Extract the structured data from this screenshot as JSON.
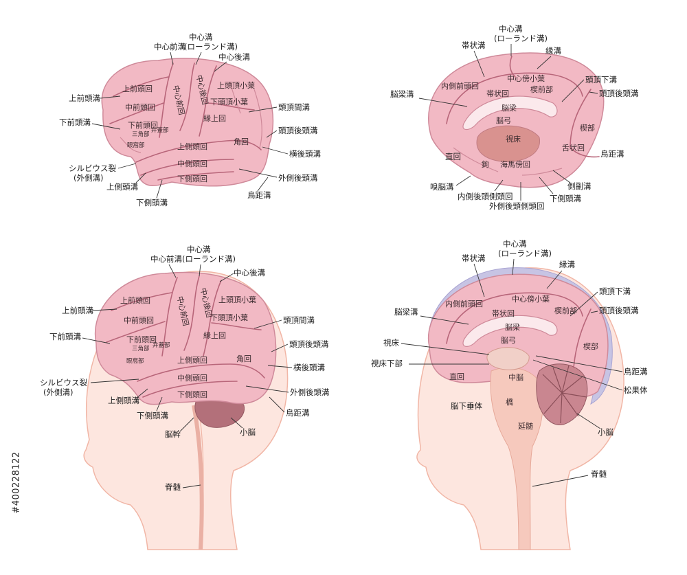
{
  "stock_id": "#400228122",
  "colors": {
    "brain": "#f2b9c4",
    "brain_edge": "#cf8a9a",
    "sulcus": "#b8667a",
    "head": "#fde6df",
    "head_edge": "#f1b6a6",
    "cerebellum": "#b3707a",
    "corpus": "#fbe9ec",
    "ventricle": "#c7c4e4"
  },
  "lateral_brain": {
    "labels": [
      "中心前溝",
      "中心溝",
      "(ローランド溝)",
      "中心後溝",
      "上前頭溝",
      "下前頭溝",
      "シルビウス裂",
      "(外側溝)",
      "上側頭溝",
      "下側頭溝",
      "頭頂間溝",
      "頭頂後頭溝",
      "横後頭溝",
      "外側後頭溝",
      "鳥距溝"
    ],
    "inner": [
      "上前頭回",
      "中前頭回",
      "下前頭回",
      "中心前回",
      "中心後回",
      "上頭頂小葉",
      "下頭頂小葉",
      "縁上回",
      "角回",
      "上側頭回",
      "中側頭回",
      "下側頭回",
      "三角部",
      "弁蓋部",
      "眼窩部"
    ]
  },
  "medial_brain": {
    "labels": [
      "中心溝",
      "(ローランド溝)",
      "帯状溝",
      "縁溝",
      "脳梁溝",
      "頭頂下溝",
      "頭頂後頭溝",
      "鳥距溝",
      "直回",
      "嗅脳溝",
      "内側後頭側頭回",
      "外側後頭側頭回",
      "下側頭溝",
      "側副溝"
    ],
    "inner": [
      "中心傍小葉",
      "内側前頭回",
      "帯状回",
      "楔前部",
      "脳梁",
      "脳弓",
      "視床",
      "楔部",
      "舌状回",
      "鉤",
      "海馬傍回"
    ]
  },
  "head_lateral": {
    "labels": [
      "中心前溝",
      "中心溝",
      "(ローランド溝)",
      "中心後溝",
      "上前頭溝",
      "下前頭溝",
      "シルビウス裂",
      "(外側溝)",
      "上側頭溝",
      "下側頭溝",
      "頭頂間溝",
      "頭頂後頭溝",
      "横後頭溝",
      "外側後頭溝",
      "鳥距溝",
      "脳幹",
      "小脳",
      "脊髄"
    ],
    "inner": [
      "上前頭回",
      "中前頭回",
      "下前頭回",
      "中心前回",
      "中心後回",
      "上頭頂小葉",
      "下頭頂小葉",
      "縁上回",
      "角回",
      "上側頭回",
      "中側頭回",
      "下側頭回",
      "三角部",
      "弁蓋部",
      "眼窩部"
    ]
  },
  "head_medial": {
    "labels": [
      "中心溝",
      "(ローランド溝)",
      "帯状溝",
      "縁溝",
      "脳梁溝",
      "頭頂下溝",
      "頭頂後頭溝",
      "視床",
      "視床下部",
      "鳥距溝",
      "松果体",
      "小脳",
      "脊髄",
      "脳下垂体"
    ],
    "inner": [
      "中心傍小葉",
      "内側前頭回",
      "帯状回",
      "楔前部",
      "脳梁",
      "脳弓",
      "楔部",
      "直回",
      "中脳",
      "橋",
      "延髄"
    ]
  }
}
